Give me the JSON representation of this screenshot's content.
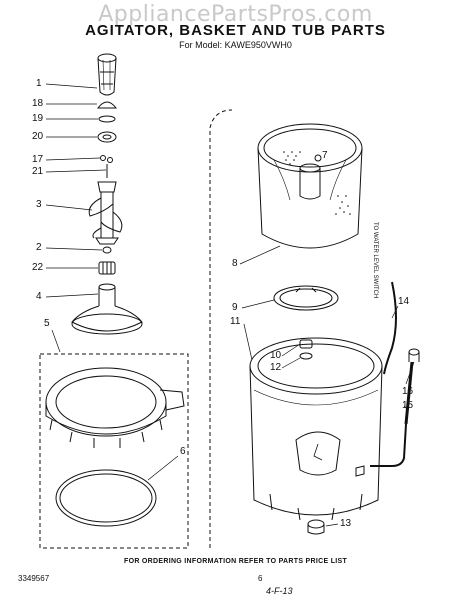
{
  "watermark": "AppliancePartsPros.com",
  "title": "AGITATOR, BASKET AND TUB PARTS",
  "subtitle": "For Model: KAWE950VWH0",
  "callouts": {
    "c1": "1",
    "c18": "18",
    "c19": "19",
    "c20": "20",
    "c17": "17",
    "c21": "21",
    "c3": "3",
    "c2": "2",
    "c22": "22",
    "c4": "4",
    "c5": "5",
    "c6": "6",
    "c7": "7",
    "c8": "8",
    "c9": "9",
    "c11": "11",
    "c10": "10",
    "c12": "12",
    "c14": "14",
    "c16": "16",
    "c15": "15",
    "c13": "13"
  },
  "side_label": "TO WATER LEVEL SWITCH",
  "footer": "FOR ORDERING INFORMATION REFER TO PARTS PRICE LIST",
  "drawing_code": "3349567",
  "page_number": "6",
  "handwritten": "4-F-13"
}
